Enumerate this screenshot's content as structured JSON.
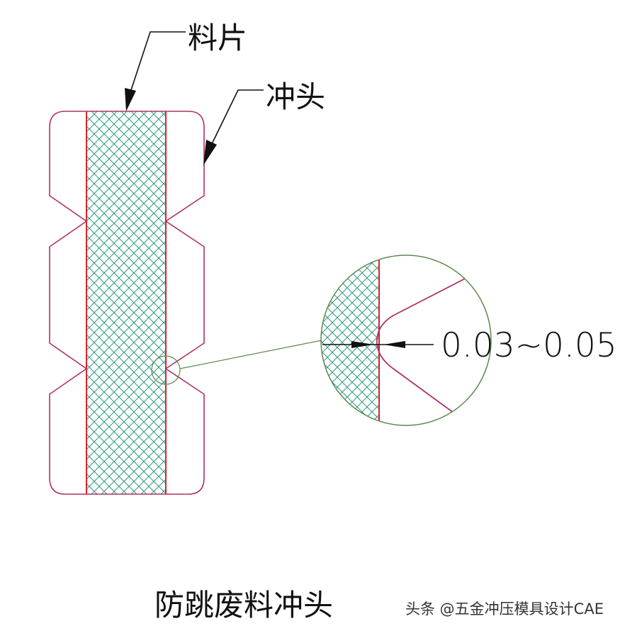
{
  "labels": {
    "strip": "料片",
    "punch": "冲头",
    "dimension": "0.03~0.05"
  },
  "title": "防跳废料冲头",
  "watermark": "头条 @五金冲压模具设计CAE",
  "colors": {
    "punch_outline": "#b0306a",
    "strip_edge": "#e0202a",
    "hatch": "#2a9a7e",
    "leader": "#111111",
    "detail_circle": "#5c8a4a"
  }
}
